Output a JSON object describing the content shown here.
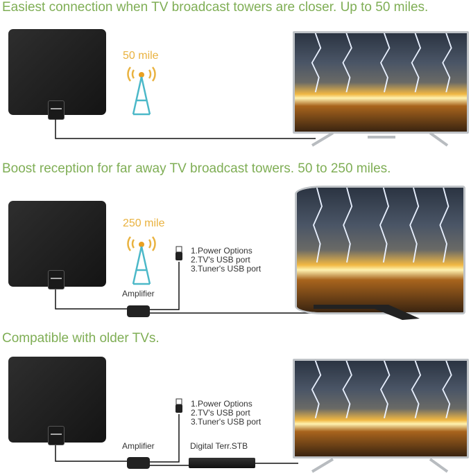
{
  "sections": [
    {
      "title": "Easiest connection when TV broadcast towers are closer. Up to 50 miles.",
      "range": "50 mile"
    },
    {
      "title": "Boost reception for far away TV broadcast towers. 50 to 250 miles.",
      "range": "250 mile",
      "usb_options": [
        "1.Power Options",
        "2.TV's USB port",
        "3.Tuner's USB port"
      ],
      "amplifier_label": "Amplifier"
    },
    {
      "title": "Compatible with older TVs.",
      "usb_options": [
        "1.Power Options",
        "2.TV's USB port",
        "3.Tuner's USB port"
      ],
      "amplifier_label": "Amplifier",
      "stb_label": "Digital Terr.STB"
    }
  ],
  "colors": {
    "title": "#7fae55",
    "range": "#e9b23f",
    "tower": "#4bb8c8"
  }
}
